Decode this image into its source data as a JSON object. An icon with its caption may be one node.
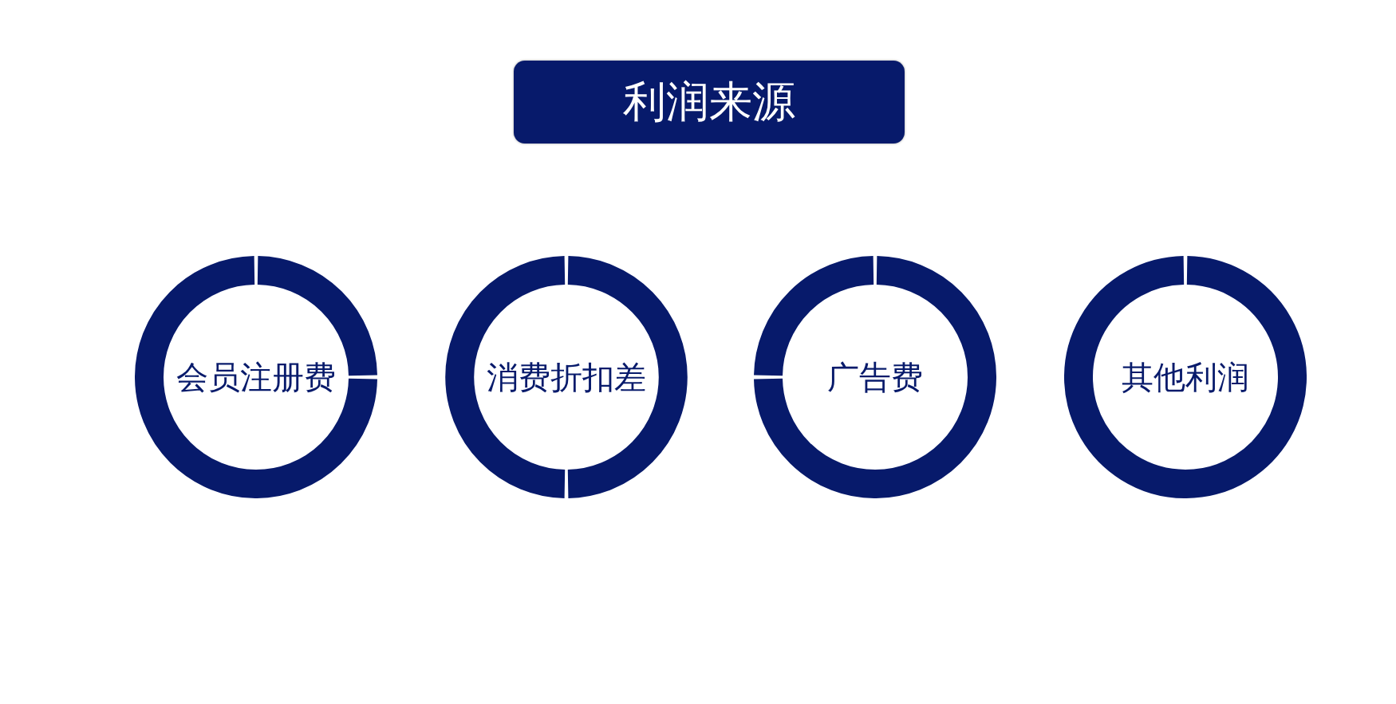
{
  "diagram": {
    "title": "利润来源",
    "nodes": [
      {
        "text": [
          "会员注册费"
        ]
      },
      {
        "text": [
          "消费折扣差"
        ]
      },
      {
        "text": [
          "广告费"
        ]
      },
      {
        "text": [
          "其他利润"
        ]
      }
    ]
  }
}
